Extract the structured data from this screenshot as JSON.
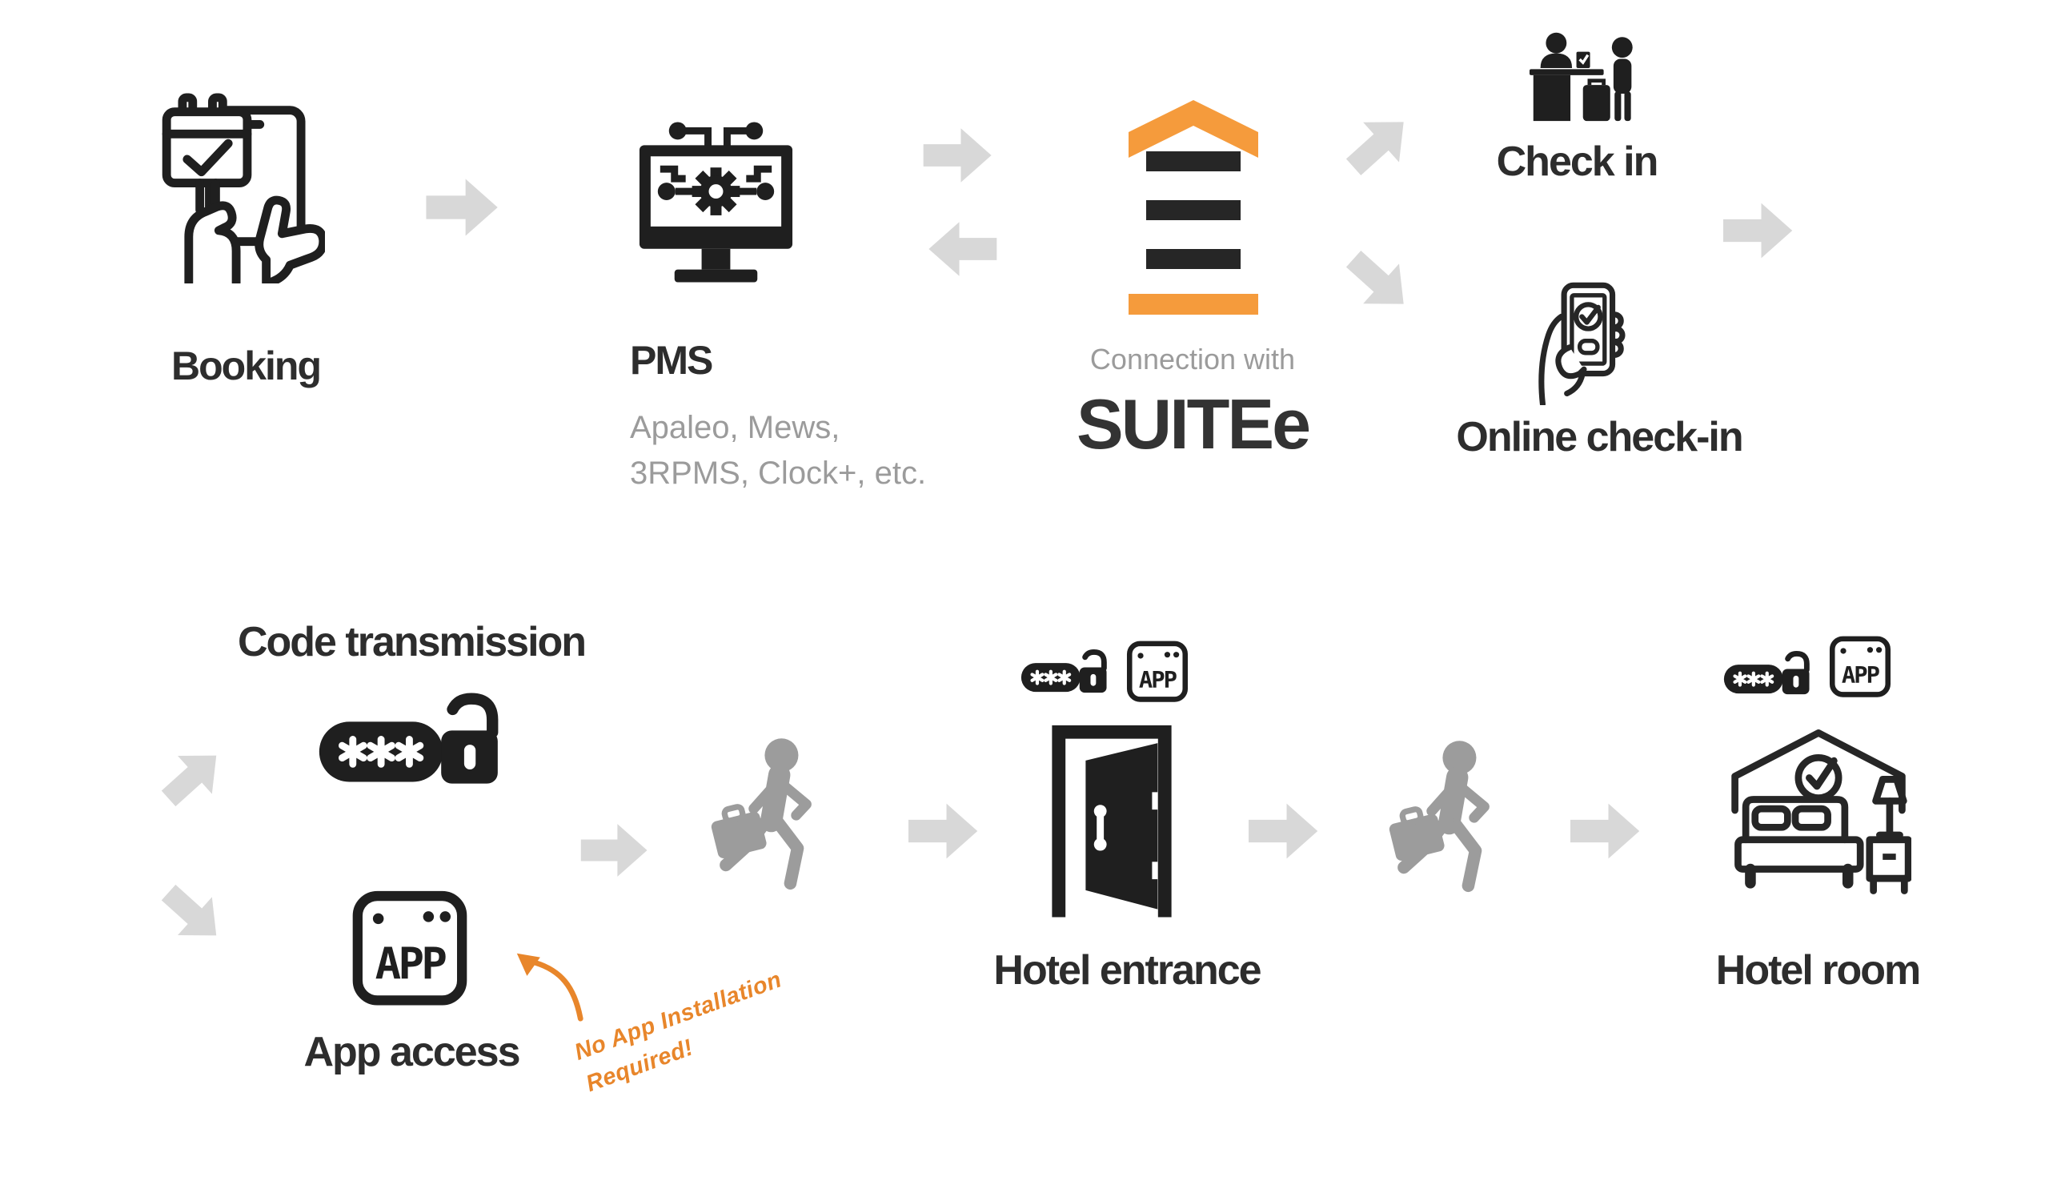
{
  "diagram": {
    "top_row": {
      "booking": {
        "label": "Booking"
      },
      "pms": {
        "label": "PMS",
        "providers_line1": "Apaleo, Mews,",
        "providers_line2": "3RPMS, Clock+, etc."
      },
      "suitee": {
        "pretitle": "Connection with",
        "brand": "SUITEe"
      },
      "check_in": {
        "label": "Check in"
      },
      "online_check_in": {
        "label": "Online check-in"
      }
    },
    "bottom_row": {
      "code_transmission": {
        "label": "Code transmission"
      },
      "app_access": {
        "label": "App access"
      },
      "hotel_entrance": {
        "label": "Hotel entrance"
      },
      "hotel_room": {
        "label": "Hotel room"
      }
    },
    "annotation": {
      "line1": "No App Installation",
      "line2": "Required!"
    },
    "badges": {
      "app_label": "APP"
    },
    "icons": [
      "booking-tablet-calendar-icon",
      "pms-monitor-gear-icon",
      "suitee-building-logo",
      "reception-desk-icon",
      "phone-checkmark-icon",
      "password-unlock-icon",
      "app-badge-icon",
      "walking-guest-icon",
      "open-door-icon",
      "hotel-room-icon",
      "flow-arrow-icon"
    ],
    "colors": {
      "accent_orange": "#F59B3C",
      "annotation_orange": "#E8862B",
      "icon_black": "#1F1F1F",
      "label_dark": "#2D2D2D",
      "muted_gray": "#9B9B9B",
      "arrow_gray": "#D8D8D8",
      "figure_gray": "#9C9C9C",
      "background": "#FFFFFF"
    }
  }
}
